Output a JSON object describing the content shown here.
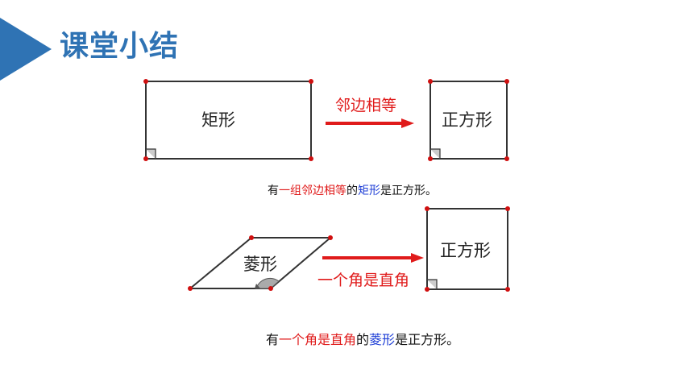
{
  "header": {
    "title": "课堂小结"
  },
  "diagram1": {
    "shape_label": "矩形",
    "condition_label": "邻边相等",
    "result_label": "正方形"
  },
  "sentence1": {
    "prefix": "有",
    "condition": "一组邻边相等",
    "particle": "的",
    "shape": "矩形",
    "suffix": "是正方形。"
  },
  "diagram2": {
    "shape_label": "菱形",
    "condition_label": "一个角是直角",
    "result_label": "正方形"
  },
  "sentence2": {
    "prefix": "有",
    "condition": "一个角是直角",
    "particle": "的",
    "shape": "菱形",
    "suffix": "是正方形。"
  },
  "colors": {
    "title_blue": "#2f73b4",
    "arrow_red": "#e01b1b",
    "highlight_blue": "#1f3fd6",
    "vertex_red": "#d01010"
  }
}
